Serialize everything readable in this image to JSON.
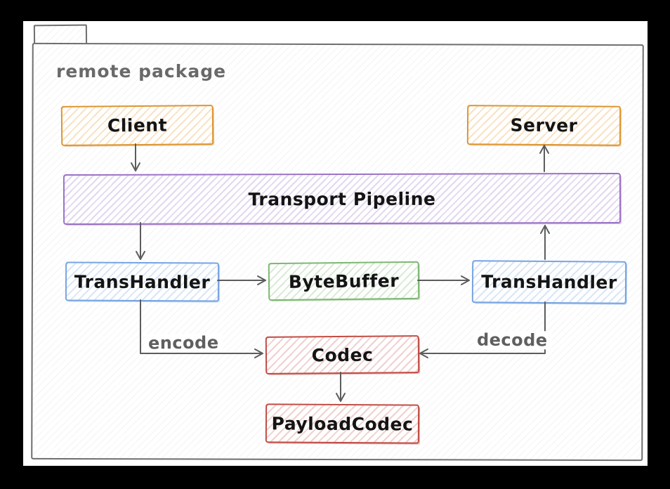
{
  "package": {
    "label": "remote package"
  },
  "nodes": {
    "client": {
      "label": "Client",
      "color": "#dd9531"
    },
    "server": {
      "label": "Server",
      "color": "#dd9531"
    },
    "pipeline": {
      "label": "Transport Pipeline",
      "color": "#9b72c6"
    },
    "transhandler_left": {
      "label": "TransHandler",
      "color": "#76a4e2"
    },
    "bytebuffer": {
      "label": "ByteBuffer",
      "color": "#7cb871"
    },
    "transhandler_right": {
      "label": "TransHandler",
      "color": "#76a4e2"
    },
    "codec": {
      "label": "Codec",
      "color": "#c14c44"
    },
    "payloadcodec": {
      "label": "PayloadCodec",
      "color": "#c14c44"
    }
  },
  "edges": [
    {
      "from": "Client",
      "to": "Transport Pipeline",
      "label": ""
    },
    {
      "from": "Transport Pipeline",
      "to": "TransHandler (left)",
      "label": ""
    },
    {
      "from": "TransHandler (left)",
      "to": "ByteBuffer",
      "label": ""
    },
    {
      "from": "ByteBuffer",
      "to": "TransHandler (right)",
      "label": ""
    },
    {
      "from": "TransHandler (right)",
      "to": "Transport Pipeline",
      "label": ""
    },
    {
      "from": "Transport Pipeline",
      "to": "Server",
      "label": ""
    },
    {
      "from": "TransHandler (left)",
      "to": "Codec",
      "label": "encode"
    },
    {
      "from": "TransHandler (right)",
      "to": "Codec",
      "label": "decode"
    },
    {
      "from": "Codec",
      "to": "PayloadCodec",
      "label": ""
    }
  ],
  "colors": {
    "line": "#5c5c5c",
    "package_outline": "#6e6e6e",
    "package_label": "#696969",
    "frame": "#000000"
  }
}
